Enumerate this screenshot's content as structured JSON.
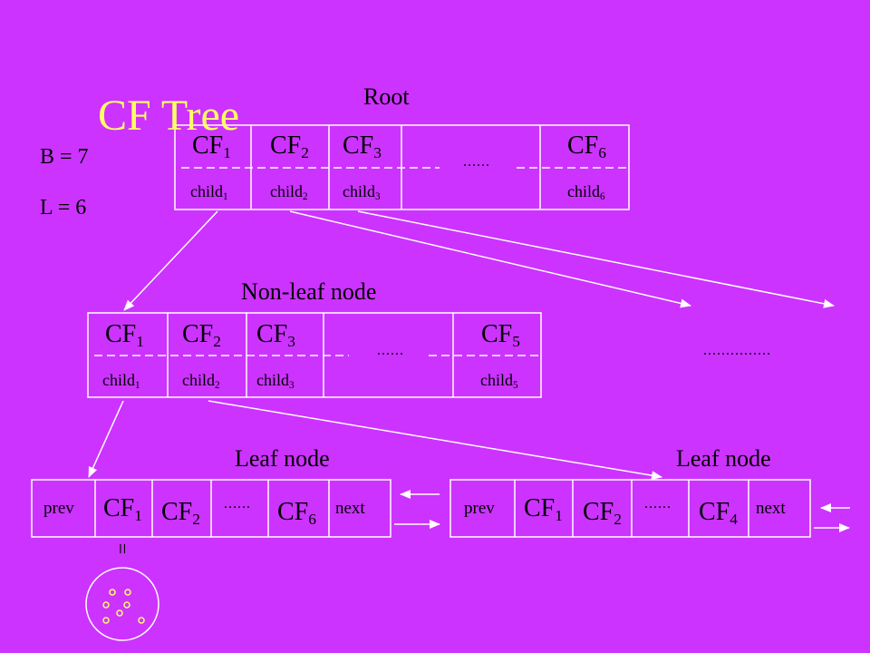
{
  "title": "CF Tree",
  "params": {
    "b": "B = 7",
    "l": "L = 6"
  },
  "labels": {
    "root": "Root",
    "nonleaf": "Non-leaf node",
    "leaf1": "Leaf node",
    "leaf2": "Leaf node"
  },
  "root": {
    "cf": [
      {
        "base": "CF",
        "sub": "1"
      },
      {
        "base": "CF",
        "sub": "2"
      },
      {
        "base": "CF",
        "sub": "3"
      },
      {
        "base": "CF",
        "sub": "6"
      }
    ],
    "child": [
      {
        "base": "child",
        "sub": "1"
      },
      {
        "base": "child",
        "sub": "2"
      },
      {
        "base": "child",
        "sub": "3"
      },
      {
        "base": "child",
        "sub": "6"
      }
    ],
    "ellipsis": "......"
  },
  "nonleaf": {
    "cf": [
      {
        "base": "CF",
        "sub": "1"
      },
      {
        "base": "CF",
        "sub": "2"
      },
      {
        "base": "CF",
        "sub": "3"
      },
      {
        "base": "CF",
        "sub": "5"
      }
    ],
    "child": [
      {
        "base": "child",
        "sub": "1"
      },
      {
        "base": "child",
        "sub": "2"
      },
      {
        "base": "child",
        "sub": "3"
      },
      {
        "base": "child",
        "sub": "5"
      }
    ],
    "ellipsis": "......",
    "far_ellipsis": "..............."
  },
  "leaf1": {
    "prev": "prev",
    "next": "next",
    "ellipsis": "......",
    "cf": [
      {
        "base": "CF",
        "sub": "1"
      },
      {
        "base": "CF",
        "sub": "2"
      },
      {
        "base": "CF",
        "sub": "6"
      }
    ]
  },
  "leaf2": {
    "prev": "prev",
    "next": "next",
    "ellipsis": "......",
    "cf": [
      {
        "base": "CF",
        "sub": "1"
      },
      {
        "base": "CF",
        "sub": "2"
      },
      {
        "base": "CF",
        "sub": "4"
      }
    ]
  },
  "equals": "=",
  "colors": {
    "background": "#CC33FF",
    "title": "#FFFF66",
    "line": "#FFFFFF",
    "points": "#FFFF66"
  }
}
